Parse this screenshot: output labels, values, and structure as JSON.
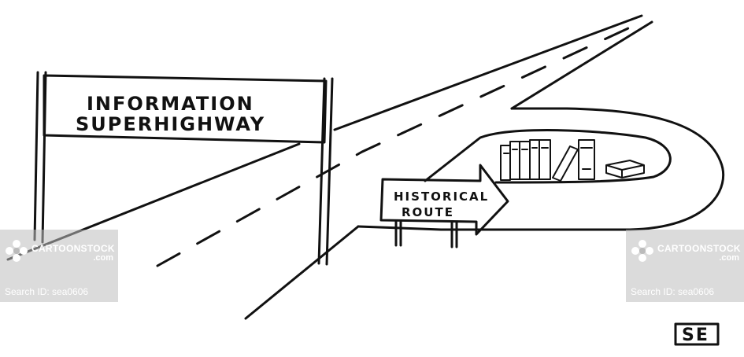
{
  "cartoon": {
    "sign_line1": "INFORMATION",
    "sign_line2": "SUPERHIGHWAY",
    "arrow_line1": "HISTORICAL",
    "arrow_line2": "ROUTE",
    "signature": "SE"
  },
  "watermark": {
    "brand": "CARTOONSTOCK",
    "dotcom": ".com",
    "search_id": "Search ID: sea0606"
  },
  "colors": {
    "ink": "#111111",
    "paper": "#ffffff",
    "watermark": "#bebebe"
  }
}
